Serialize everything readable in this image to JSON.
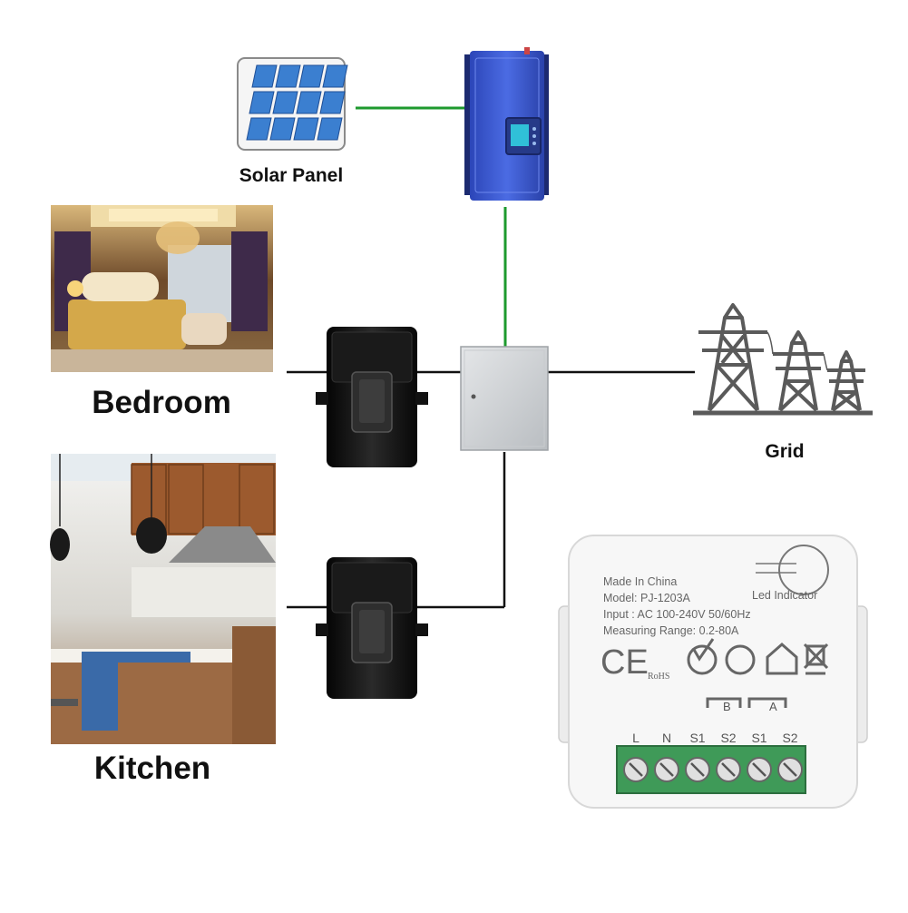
{
  "labels": {
    "solar_panel": "Solar Panel",
    "bedroom": "Bedroom",
    "kitchen": "Kitchen",
    "grid": "Grid"
  },
  "device": {
    "made_in": "Made In China",
    "model": "Model: PJ-1203A",
    "input": "Input : AC 100-240V 50/60Hz",
    "range": "Measuring Range: 0.2-80A",
    "led": "Led Indicator",
    "ce": "CE",
    "rohs": "RoHS",
    "group_b": "B",
    "group_a": "A",
    "terminals": [
      "L",
      "N",
      "S1",
      "S2",
      "S1",
      "S2"
    ]
  },
  "colors": {
    "green_wire": "#1e9a2e",
    "black_wire": "#111111",
    "inverter_blue": "#3f5fd6",
    "terminal_green": "#3f9a58"
  }
}
